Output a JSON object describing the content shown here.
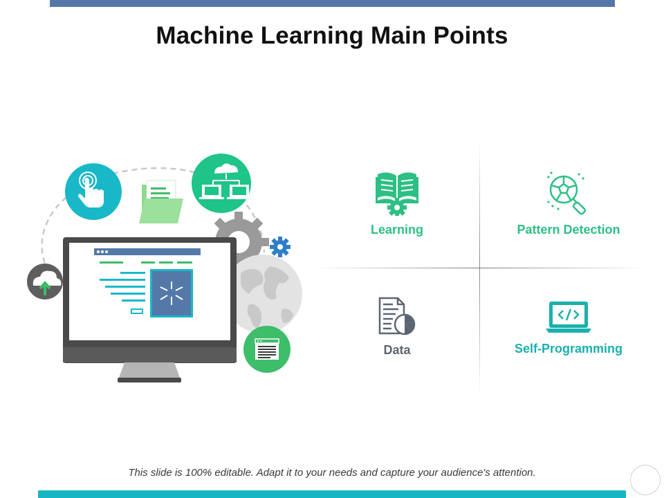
{
  "slide": {
    "title": "Machine Learning Main Points",
    "footer": "This slide is 100% editable. Adapt it to your needs and capture your audience's attention."
  },
  "points": [
    {
      "label": "Learning",
      "icon": "book-gear-icon"
    },
    {
      "label": "Pattern Detection",
      "icon": "magnifier-pattern-icon"
    },
    {
      "label": "Data",
      "icon": "document-pie-chart-icon"
    },
    {
      "label": "Self-Programming",
      "icon": "laptop-code-icon"
    }
  ],
  "colors": {
    "top_bar": "#5479a8",
    "bottom_bar": "#17b6c4",
    "green": "#2dbf84",
    "teal": "#1ab0ad",
    "gray": "#5c6572",
    "monitor": "#4a4a4a",
    "screen_panel": "#5479a8"
  },
  "illustration": {
    "icons": [
      "touch-hand-icon",
      "folder-icon",
      "network-computers-icon",
      "cloud-upload-icon",
      "gear-icon",
      "globe-icon",
      "browser-window-icon",
      "monitor-icon"
    ]
  }
}
